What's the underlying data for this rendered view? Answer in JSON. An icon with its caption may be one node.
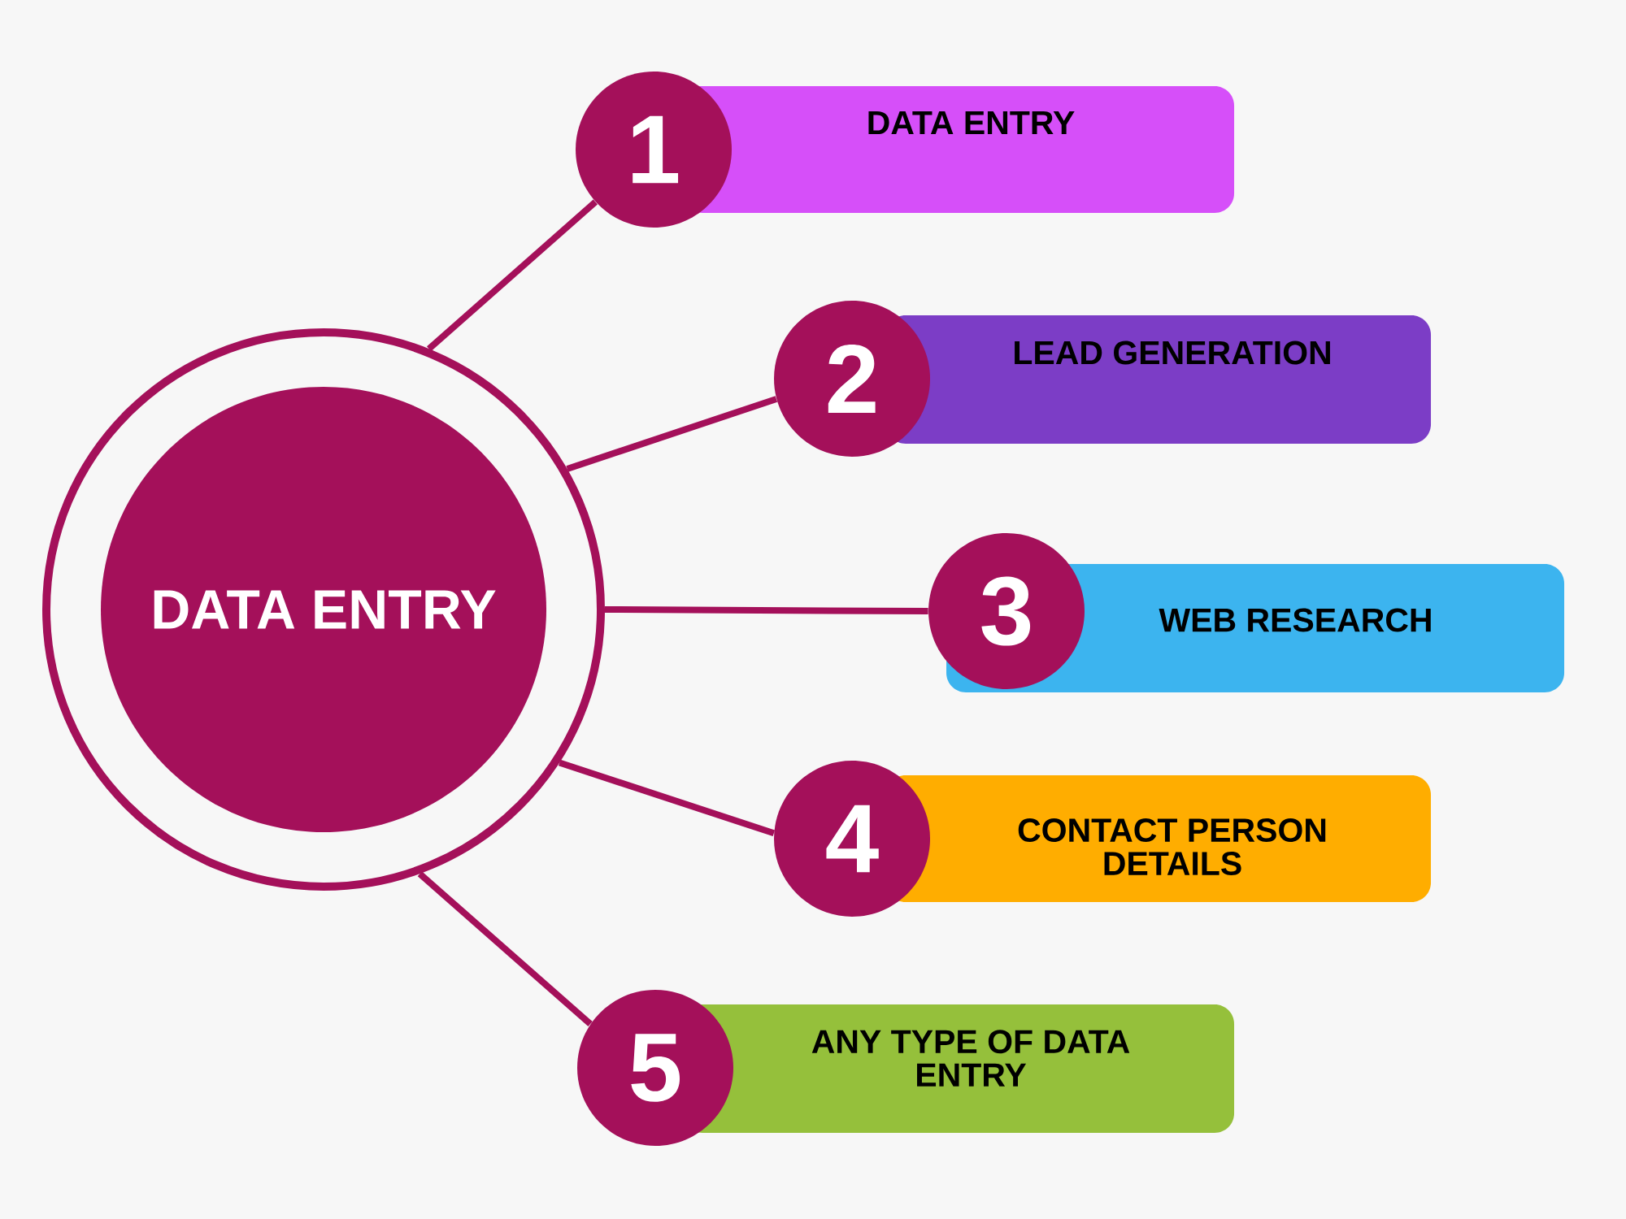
{
  "diagram": {
    "nodes": [
      {
        "text": [],
        "shape": "circle"
      },
      {
        "text": [
          "DATA ENTRY"
        ],
        "in": 0
      },
      {
        "text": [
          "1"
        ]
      },
      {
        "text": [
          "DATA ENTRY"
        ]
      },
      {
        "text": [
          "2"
        ]
      },
      {
        "text": [
          "LEAD GENERATION"
        ]
      },
      {
        "text": [
          "3"
        ]
      },
      {
        "text": [
          "WEB RESEARCH"
        ]
      },
      {
        "text": [
          "4"
        ]
      },
      {
        "text": [
          "CONTACT PERSON DETAILS"
        ]
      },
      {
        "text": [
          "5"
        ]
      },
      {
        "text": [
          "ANY TYPE OF DATA ENTRY"
        ]
      }
    ],
    "edges": [
      {
        "from": 0,
        "to": 2,
        "arrow": "none"
      },
      {
        "from": 0,
        "to": 4,
        "arrow": "none"
      },
      {
        "from": 0,
        "to": 6,
        "arrow": "none"
      },
      {
        "from": 0,
        "to": 8,
        "arrow": "none"
      },
      {
        "from": 0,
        "to": 10,
        "arrow": "none"
      }
    ]
  }
}
